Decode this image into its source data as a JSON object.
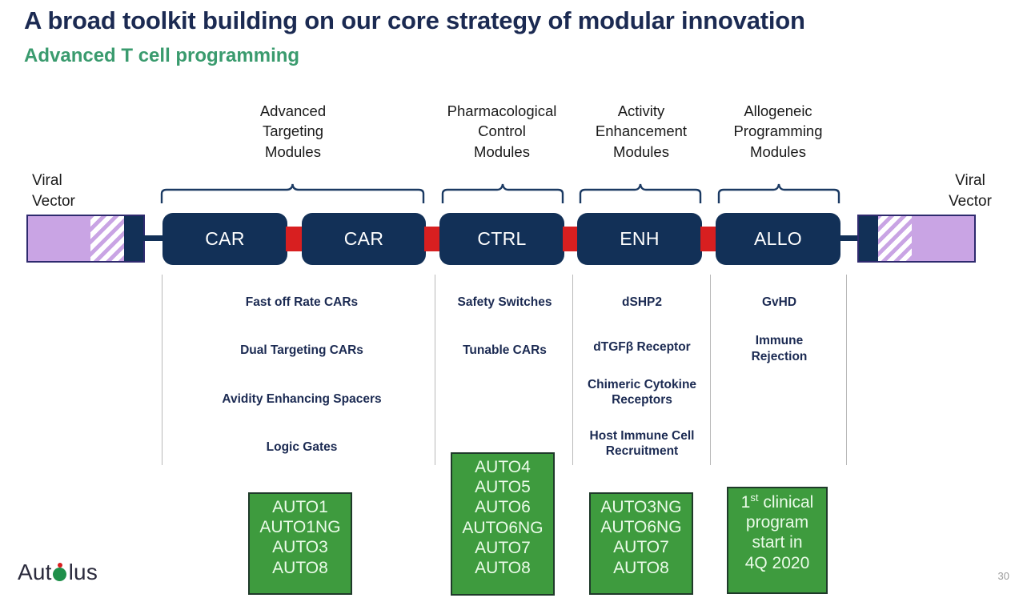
{
  "slide": {
    "title": "A broad toolkit building on our core strategy of modular innovation",
    "subtitle": "Advanced T cell programming",
    "page_number": "30",
    "logo_text_before": "Aut",
    "logo_text_after": "lus",
    "logo_icon": "autolus-o-mark"
  },
  "colors": {
    "title_navy": "#1b2a52",
    "subtitle_green": "#3a9b6e",
    "module_navy": "#123057",
    "linker_red": "#d81f20",
    "vector_purple": "#c9a4e4",
    "program_green": "#3e9b3e"
  },
  "vectors": {
    "left_label": "Viral\nVector",
    "left_label_line1": "Viral",
    "left_label_line2": "Vector",
    "right_label_line1": "Viral",
    "right_label_line2": "Vector"
  },
  "groups": [
    {
      "id": "advanced-targeting",
      "header_line1": "Advanced",
      "header_line2": "Targeting",
      "header_line3": "Modules",
      "modules": [
        "CAR",
        "CAR"
      ],
      "bullets": [
        "Fast off Rate CARs",
        "Dual Targeting CARs",
        "Avidity Enhancing Spacers",
        "Logic Gates"
      ],
      "programs": [
        "AUTO1",
        "AUTO1NG",
        "AUTO3",
        "AUTO8"
      ]
    },
    {
      "id": "pharmacological-control",
      "header_line1": "Pharmacological",
      "header_line2": "Control",
      "header_line3": "Modules",
      "modules": [
        "CTRL"
      ],
      "bullets": [
        "Safety Switches",
        "Tunable CARs"
      ],
      "programs": [
        "AUTO4",
        "AUTO5",
        "AUTO6",
        "AUTO6NG",
        "AUTO7",
        "AUTO8"
      ]
    },
    {
      "id": "activity-enhancement",
      "header_line1": "Activity",
      "header_line2": "Enhancement",
      "header_line3": "Modules",
      "modules": [
        "ENH"
      ],
      "bullets": [
        "dSHP2",
        "dTGFβ Receptor",
        "Chimeric Cytokine Receptors",
        "Host Immune Cell Recruitment"
      ],
      "programs": [
        "AUTO3NG",
        "AUTO6NG",
        "AUTO7",
        "AUTO8"
      ]
    },
    {
      "id": "allogeneic-programming",
      "header_line1": "Allogeneic",
      "header_line2": "Programming",
      "header_line3": "Modules",
      "modules": [
        "ALLO"
      ],
      "bullets": [
        "GvHD",
        "Immune Rejection"
      ],
      "programs_note_line1": "1st clinical",
      "programs_note_line2": "program",
      "programs_note_line3": "start in",
      "programs_note_line4": "4Q 2020",
      "programs_note_superscript": "st",
      "programs_note_prefix": "1"
    }
  ],
  "bullet_lines": {
    "g0": [
      [
        "Fast off Rate CARs"
      ],
      [
        "Dual Targeting CARs"
      ],
      [
        "Avidity Enhancing Spacers"
      ],
      [
        "Logic Gates"
      ]
    ],
    "g1": [
      [
        "Safety Switches"
      ],
      [
        "Tunable CARs"
      ]
    ],
    "g2": [
      [
        "dSHP2"
      ],
      [
        "dTGFβ Receptor"
      ],
      [
        "Chimeric Cytokine",
        "Receptors"
      ],
      [
        "Host Immune Cell",
        "Recruitment"
      ]
    ],
    "g3": [
      [
        "GvHD"
      ],
      [
        "Immune",
        "Rejection"
      ]
    ]
  }
}
